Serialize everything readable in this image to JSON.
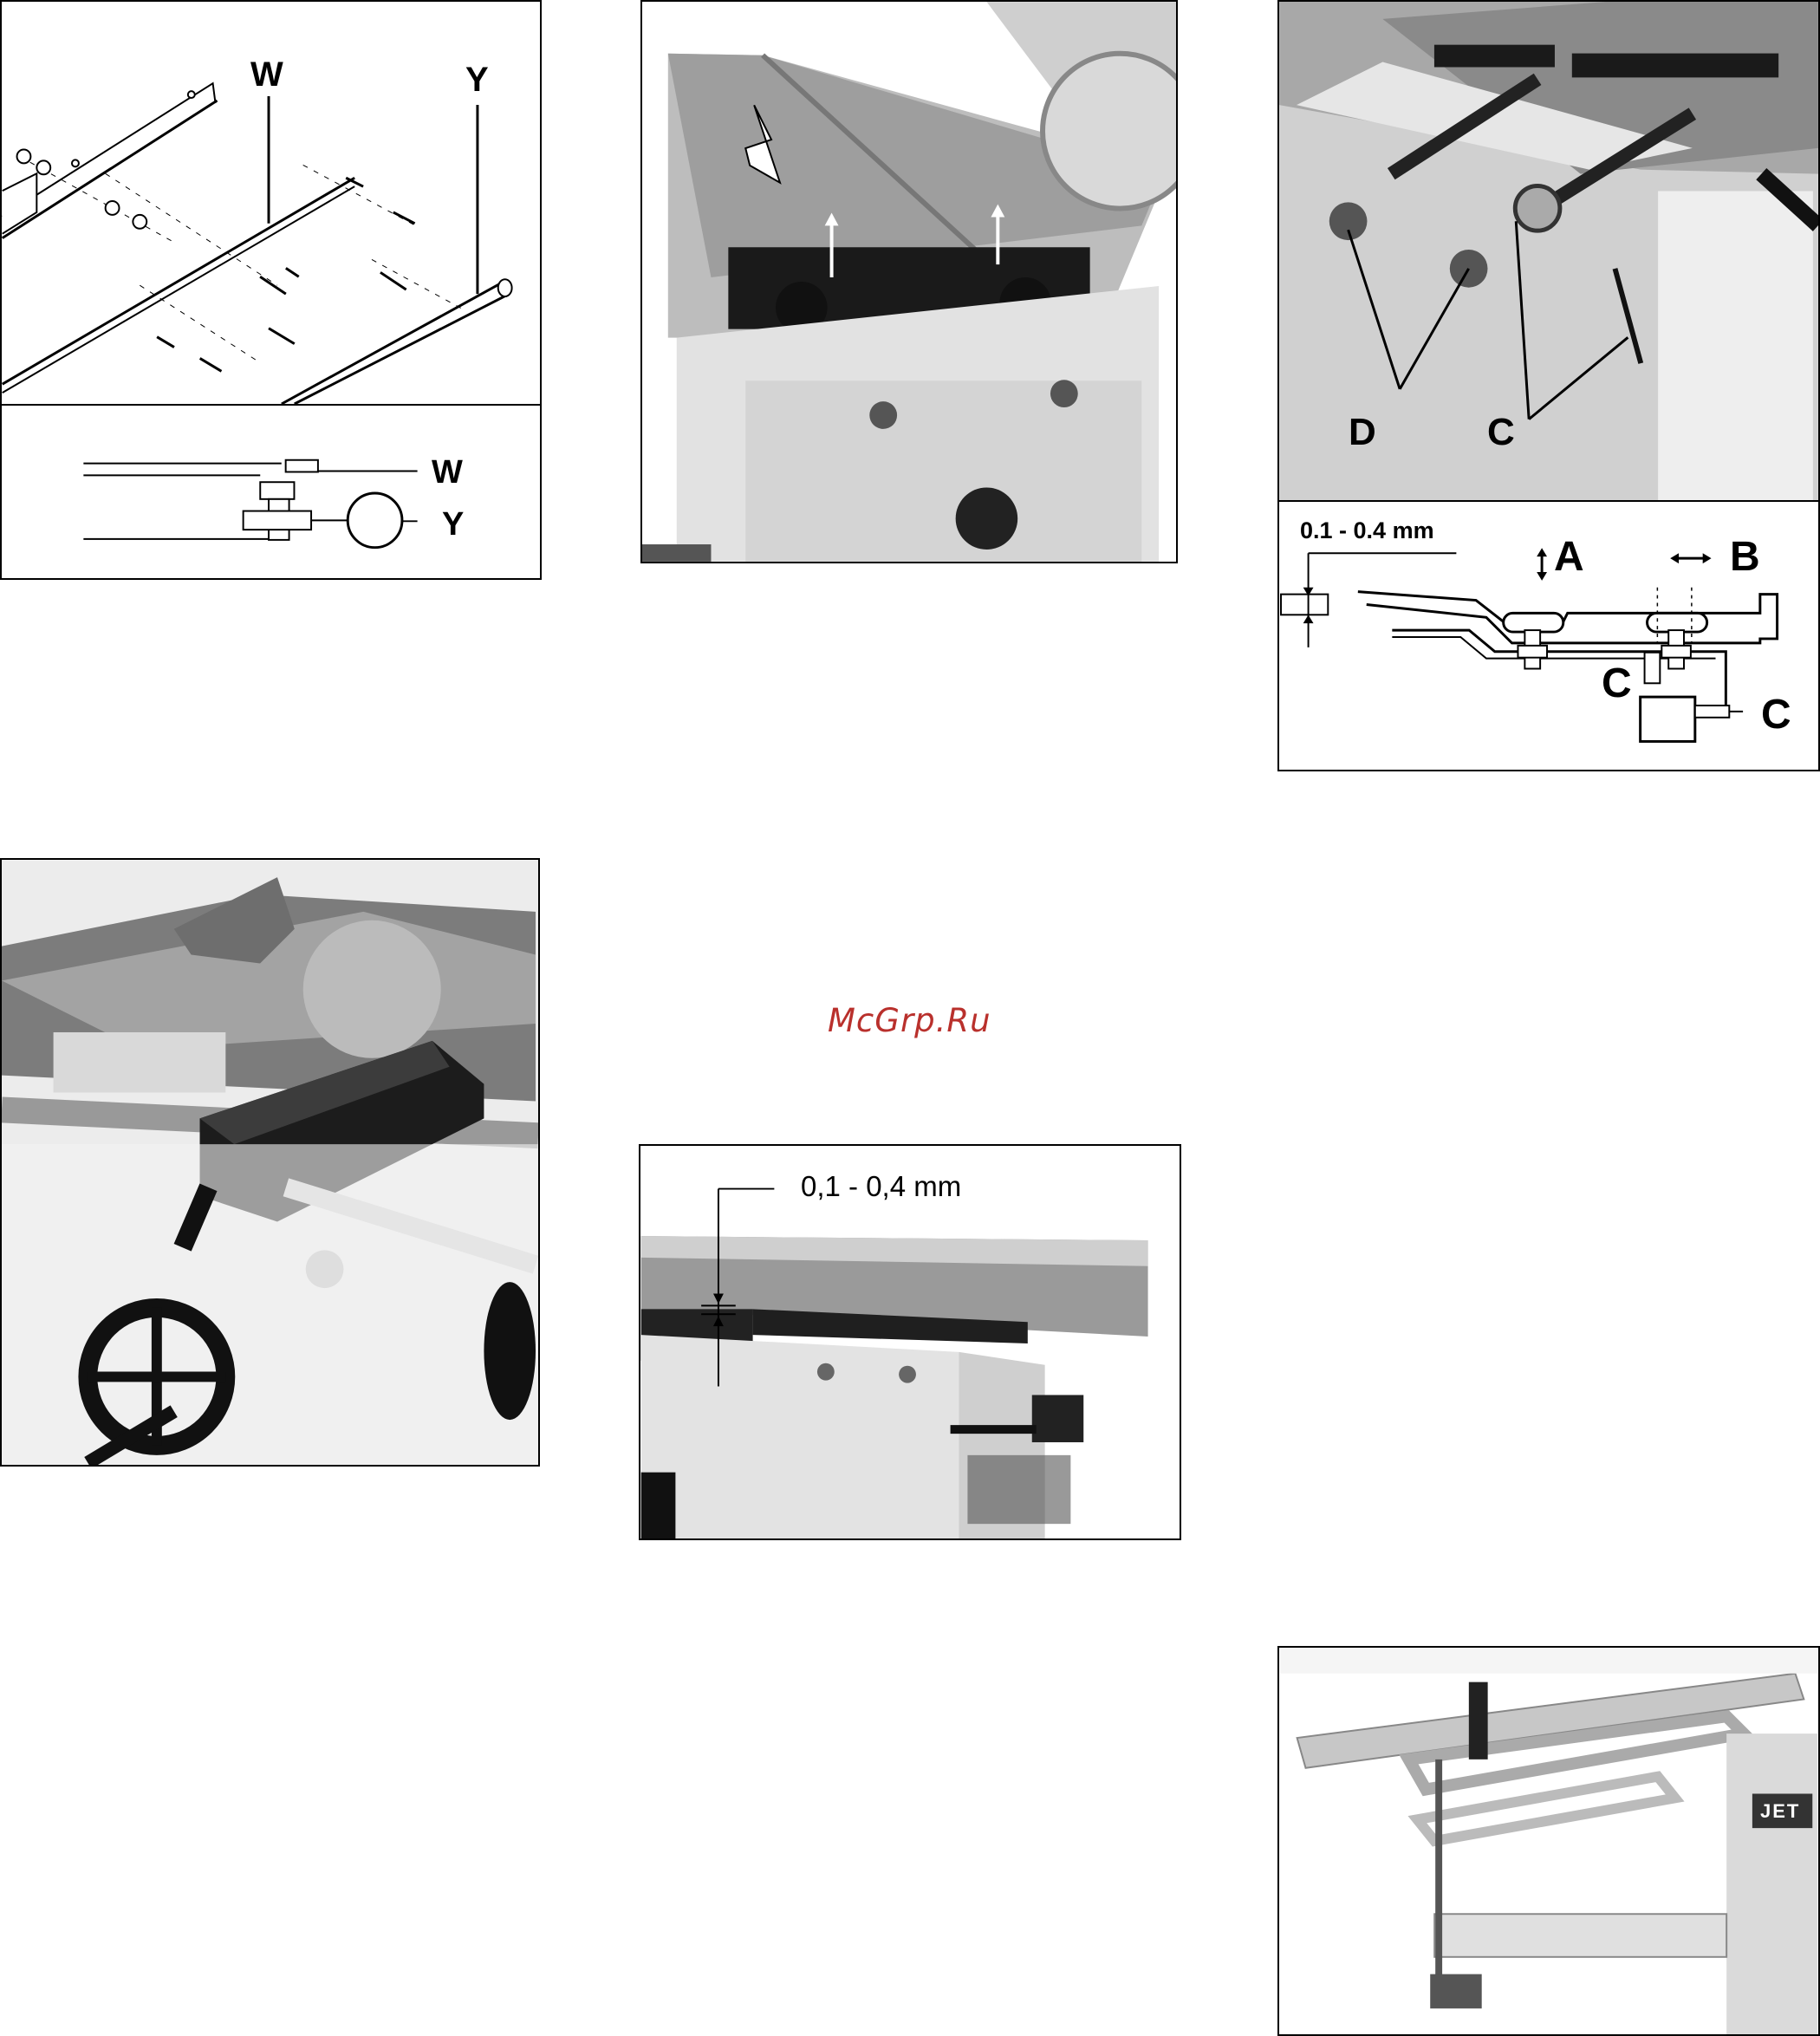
{
  "figures": {
    "rail_drawing": {
      "label_w": "W",
      "label_y": "Y"
    },
    "rail_section": {
      "label_w": "W",
      "label_y": "Y"
    },
    "table_photo": {},
    "clamp_photo": {
      "label_d": "D",
      "label_c": "C"
    },
    "clamp_section": {
      "measure": "0.1 - 0.4 mm",
      "label_a": "A",
      "label_b": "B",
      "label_c1": "C",
      "label_c2": "C"
    },
    "fence_photo": {},
    "gap_photo": {
      "measure": "0,1 - 0,4 mm"
    },
    "frame_photo": {
      "brand": "JET"
    }
  },
  "watermark": "McGrp.Ru"
}
